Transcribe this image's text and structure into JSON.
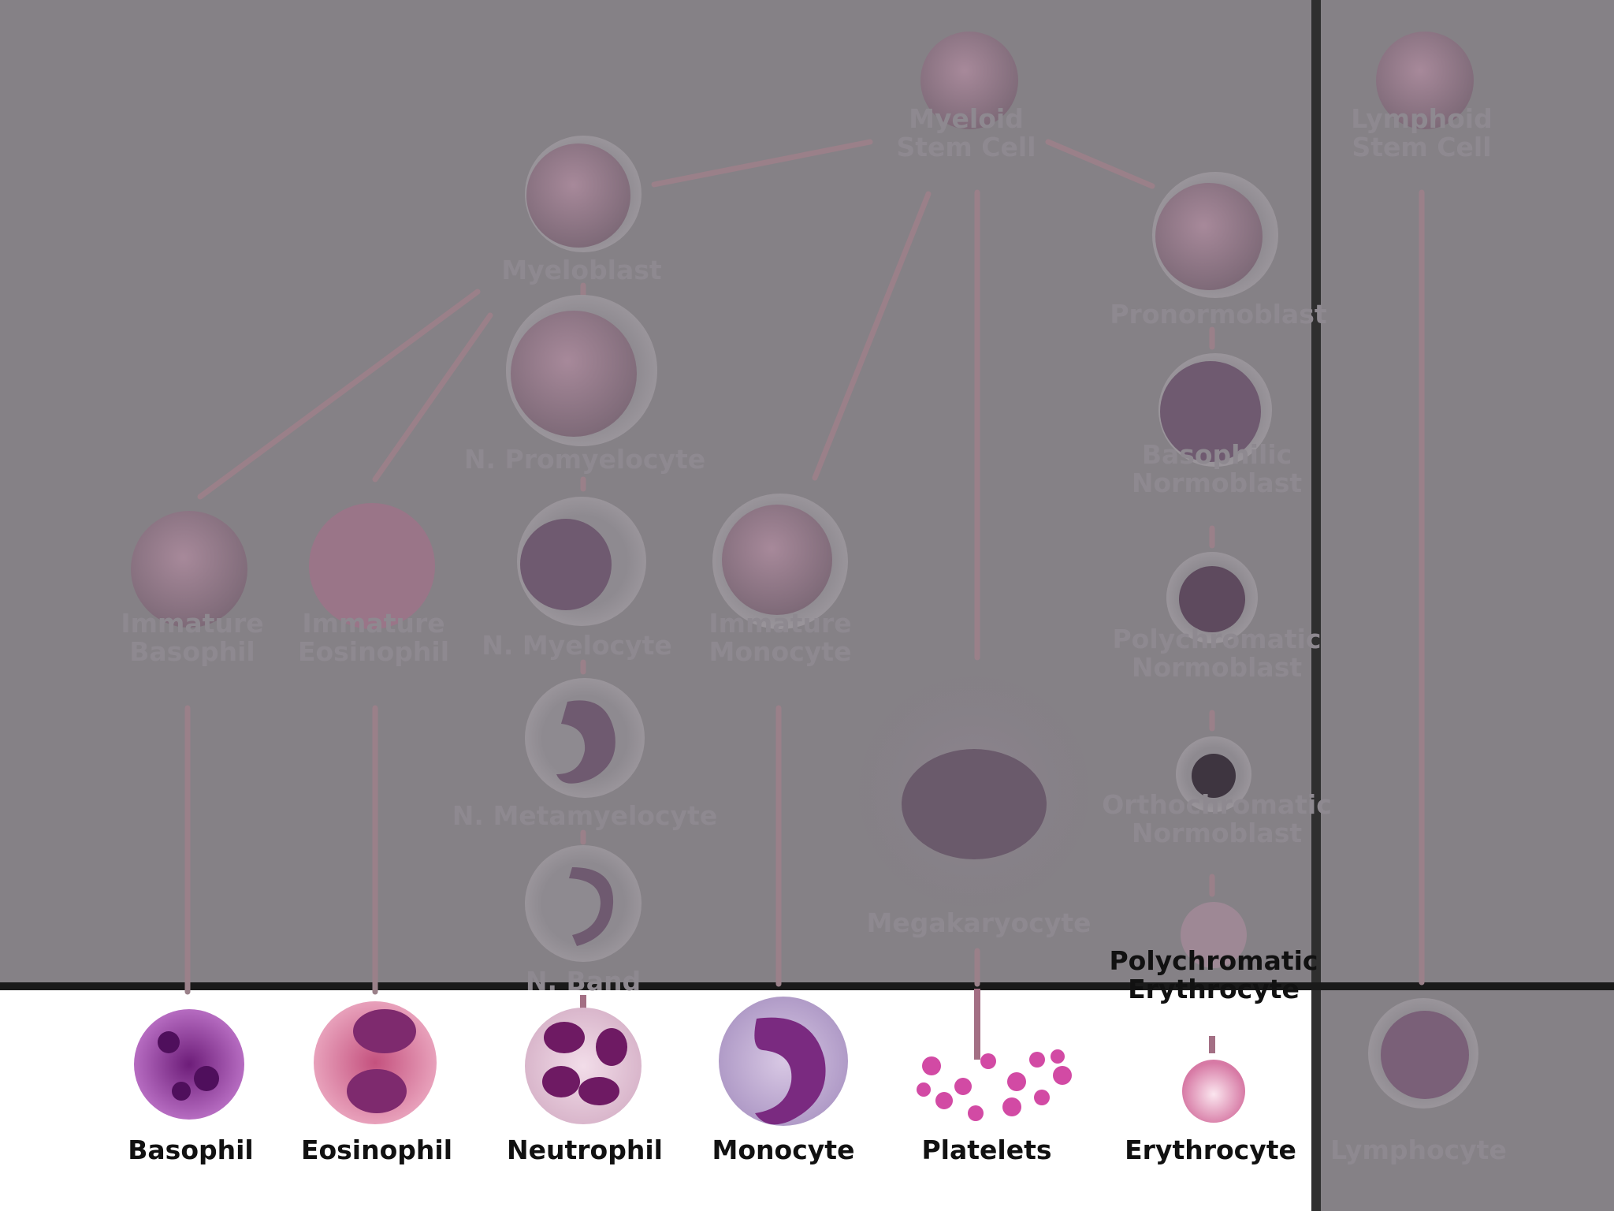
{
  "labels": {
    "myeloid_stem_cell": [
      "Myeloid",
      "Stem Cell"
    ],
    "lymphoid_stem_cell": [
      "Lymphoid",
      "Stem Cell"
    ],
    "myeloblast": [
      "Myeloblast"
    ],
    "pronormoblast": [
      "Pronormoblast"
    ],
    "n_promyelocyte": [
      "N. Promyelocyte"
    ],
    "basophilic_normoblast": [
      "Basophilic",
      "Normoblast"
    ],
    "immature_basophil": [
      "Immature",
      "Basophil"
    ],
    "immature_eosinophil": [
      "Immature",
      "Eosinophil"
    ],
    "n_myelocyte": [
      "N. Myelocyte"
    ],
    "immature_monocyte": [
      "Immature",
      "Monocyte"
    ],
    "polychromatic_normoblast": [
      "Polychromatic",
      "Normoblast"
    ],
    "orthochromatic_normoblast": [
      "Orthochromatic",
      "Normoblast"
    ],
    "n_metamyelocyte": [
      "N. Metamyelocyte"
    ],
    "megakaryocyte": [
      "Megakaryocyte"
    ],
    "n_band": [
      "N. Band"
    ],
    "polychromatic_erythrocyte": [
      "Polychromatic",
      "Erythrocyte"
    ],
    "basophil": [
      "Basophil"
    ],
    "eosinophil": [
      "Eosinophil"
    ],
    "neutrophil": [
      "Neutrophil"
    ],
    "monocyte": [
      "Monocyte"
    ],
    "platelets": [
      "Platelets"
    ],
    "erythrocyte": [
      "Erythrocyte"
    ],
    "lymphocyte": [
      "Lymphocyte"
    ]
  },
  "colors": {
    "overlay": "#858186",
    "line_dim": "#9a8089",
    "line_bright": "#a36f84",
    "cell_dim": "#9b7c8c",
    "cell_purple": "#8a2a8e",
    "cell_pink": "#d98fb5",
    "divider": "#2f2f2f"
  }
}
